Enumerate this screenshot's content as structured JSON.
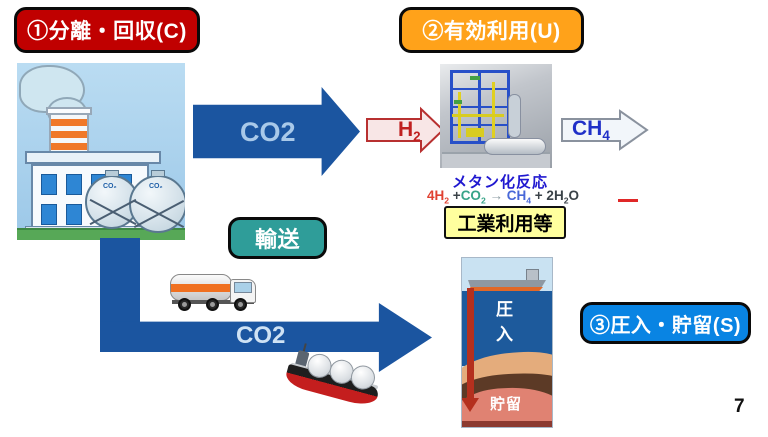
{
  "slide": {
    "page_number": "7"
  },
  "badges": {
    "capture": {
      "label": "①分離・回収(C)",
      "color": "#C00000"
    },
    "utilization": {
      "label": "②有効利用(U)",
      "color": "#FFA21A"
    },
    "transport": {
      "label": "輸送",
      "color": "#2F9D99"
    },
    "storage": {
      "label": "③圧入・貯留(S)",
      "color": "#0984E3"
    }
  },
  "arrows": {
    "co2_top_label": "CO2",
    "co2_bottom_label": "CO2",
    "h2_label": "H",
    "h2_sub": "2",
    "ch4_label": "CH",
    "ch4_sub": "4",
    "arrow_blue": "#1B55A0"
  },
  "methanation": {
    "caption": "メタン化反応",
    "equation": {
      "p1": "4H",
      "p1s": "2",
      "p2": " +",
      "p3": "CO",
      "p3s": "2",
      "p4": " → ",
      "p5": "CH",
      "p5s": "4",
      "p6": " + 2H",
      "p6s": "2",
      "p7": "O"
    },
    "industry_box_label": "工業利用等"
  },
  "factory": {
    "tank_label": "CO₂"
  },
  "seabed": {
    "injection_label": "圧入",
    "reservoir_label": "貯留"
  }
}
